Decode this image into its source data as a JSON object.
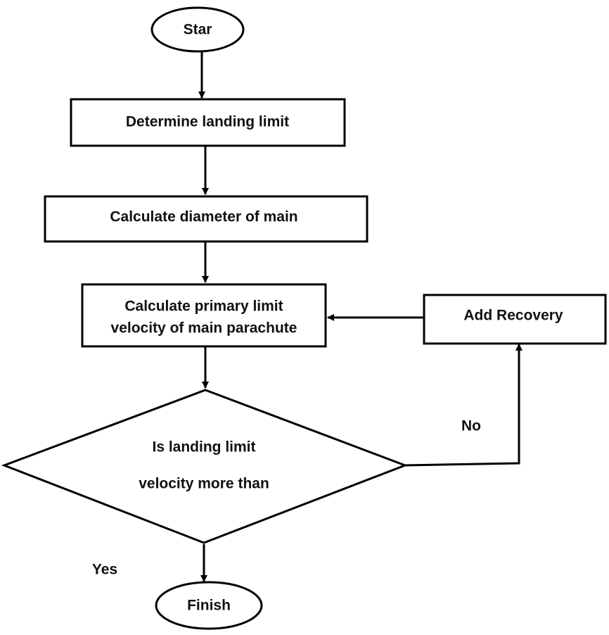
{
  "flowchart": {
    "nodes": {
      "start": {
        "shape": "ellipse",
        "label": "Star"
      },
      "determine_landing_limit": {
        "shape": "rectangle",
        "label": "Determine landing limit"
      },
      "calculate_diameter": {
        "shape": "rectangle",
        "label": "Calculate diameter of main"
      },
      "calculate_primary_limit": {
        "shape": "rectangle",
        "label_line1": "Calculate primary limit",
        "label_line2": "velocity of main parachute"
      },
      "add_recovery": {
        "shape": "rectangle",
        "label": "Add Recovery"
      },
      "decision": {
        "shape": "diamond",
        "label_line1": "Is landing limit",
        "label_line2": "velocity more than"
      },
      "finish": {
        "shape": "ellipse",
        "label": "Finish"
      }
    },
    "branch_labels": {
      "no": "No",
      "yes": "Yes"
    },
    "edges": [
      {
        "from": "start",
        "to": "determine_landing_limit"
      },
      {
        "from": "determine_landing_limit",
        "to": "calculate_diameter"
      },
      {
        "from": "calculate_diameter",
        "to": "calculate_primary_limit"
      },
      {
        "from": "calculate_primary_limit",
        "to": "decision"
      },
      {
        "from": "decision",
        "to": "add_recovery",
        "label": "No"
      },
      {
        "from": "add_recovery",
        "to": "calculate_primary_limit"
      },
      {
        "from": "decision",
        "to": "finish",
        "label": "Yes"
      }
    ],
    "colors": {
      "stroke": "#000000",
      "fill": "#ffffff",
      "text": "#111111"
    }
  }
}
